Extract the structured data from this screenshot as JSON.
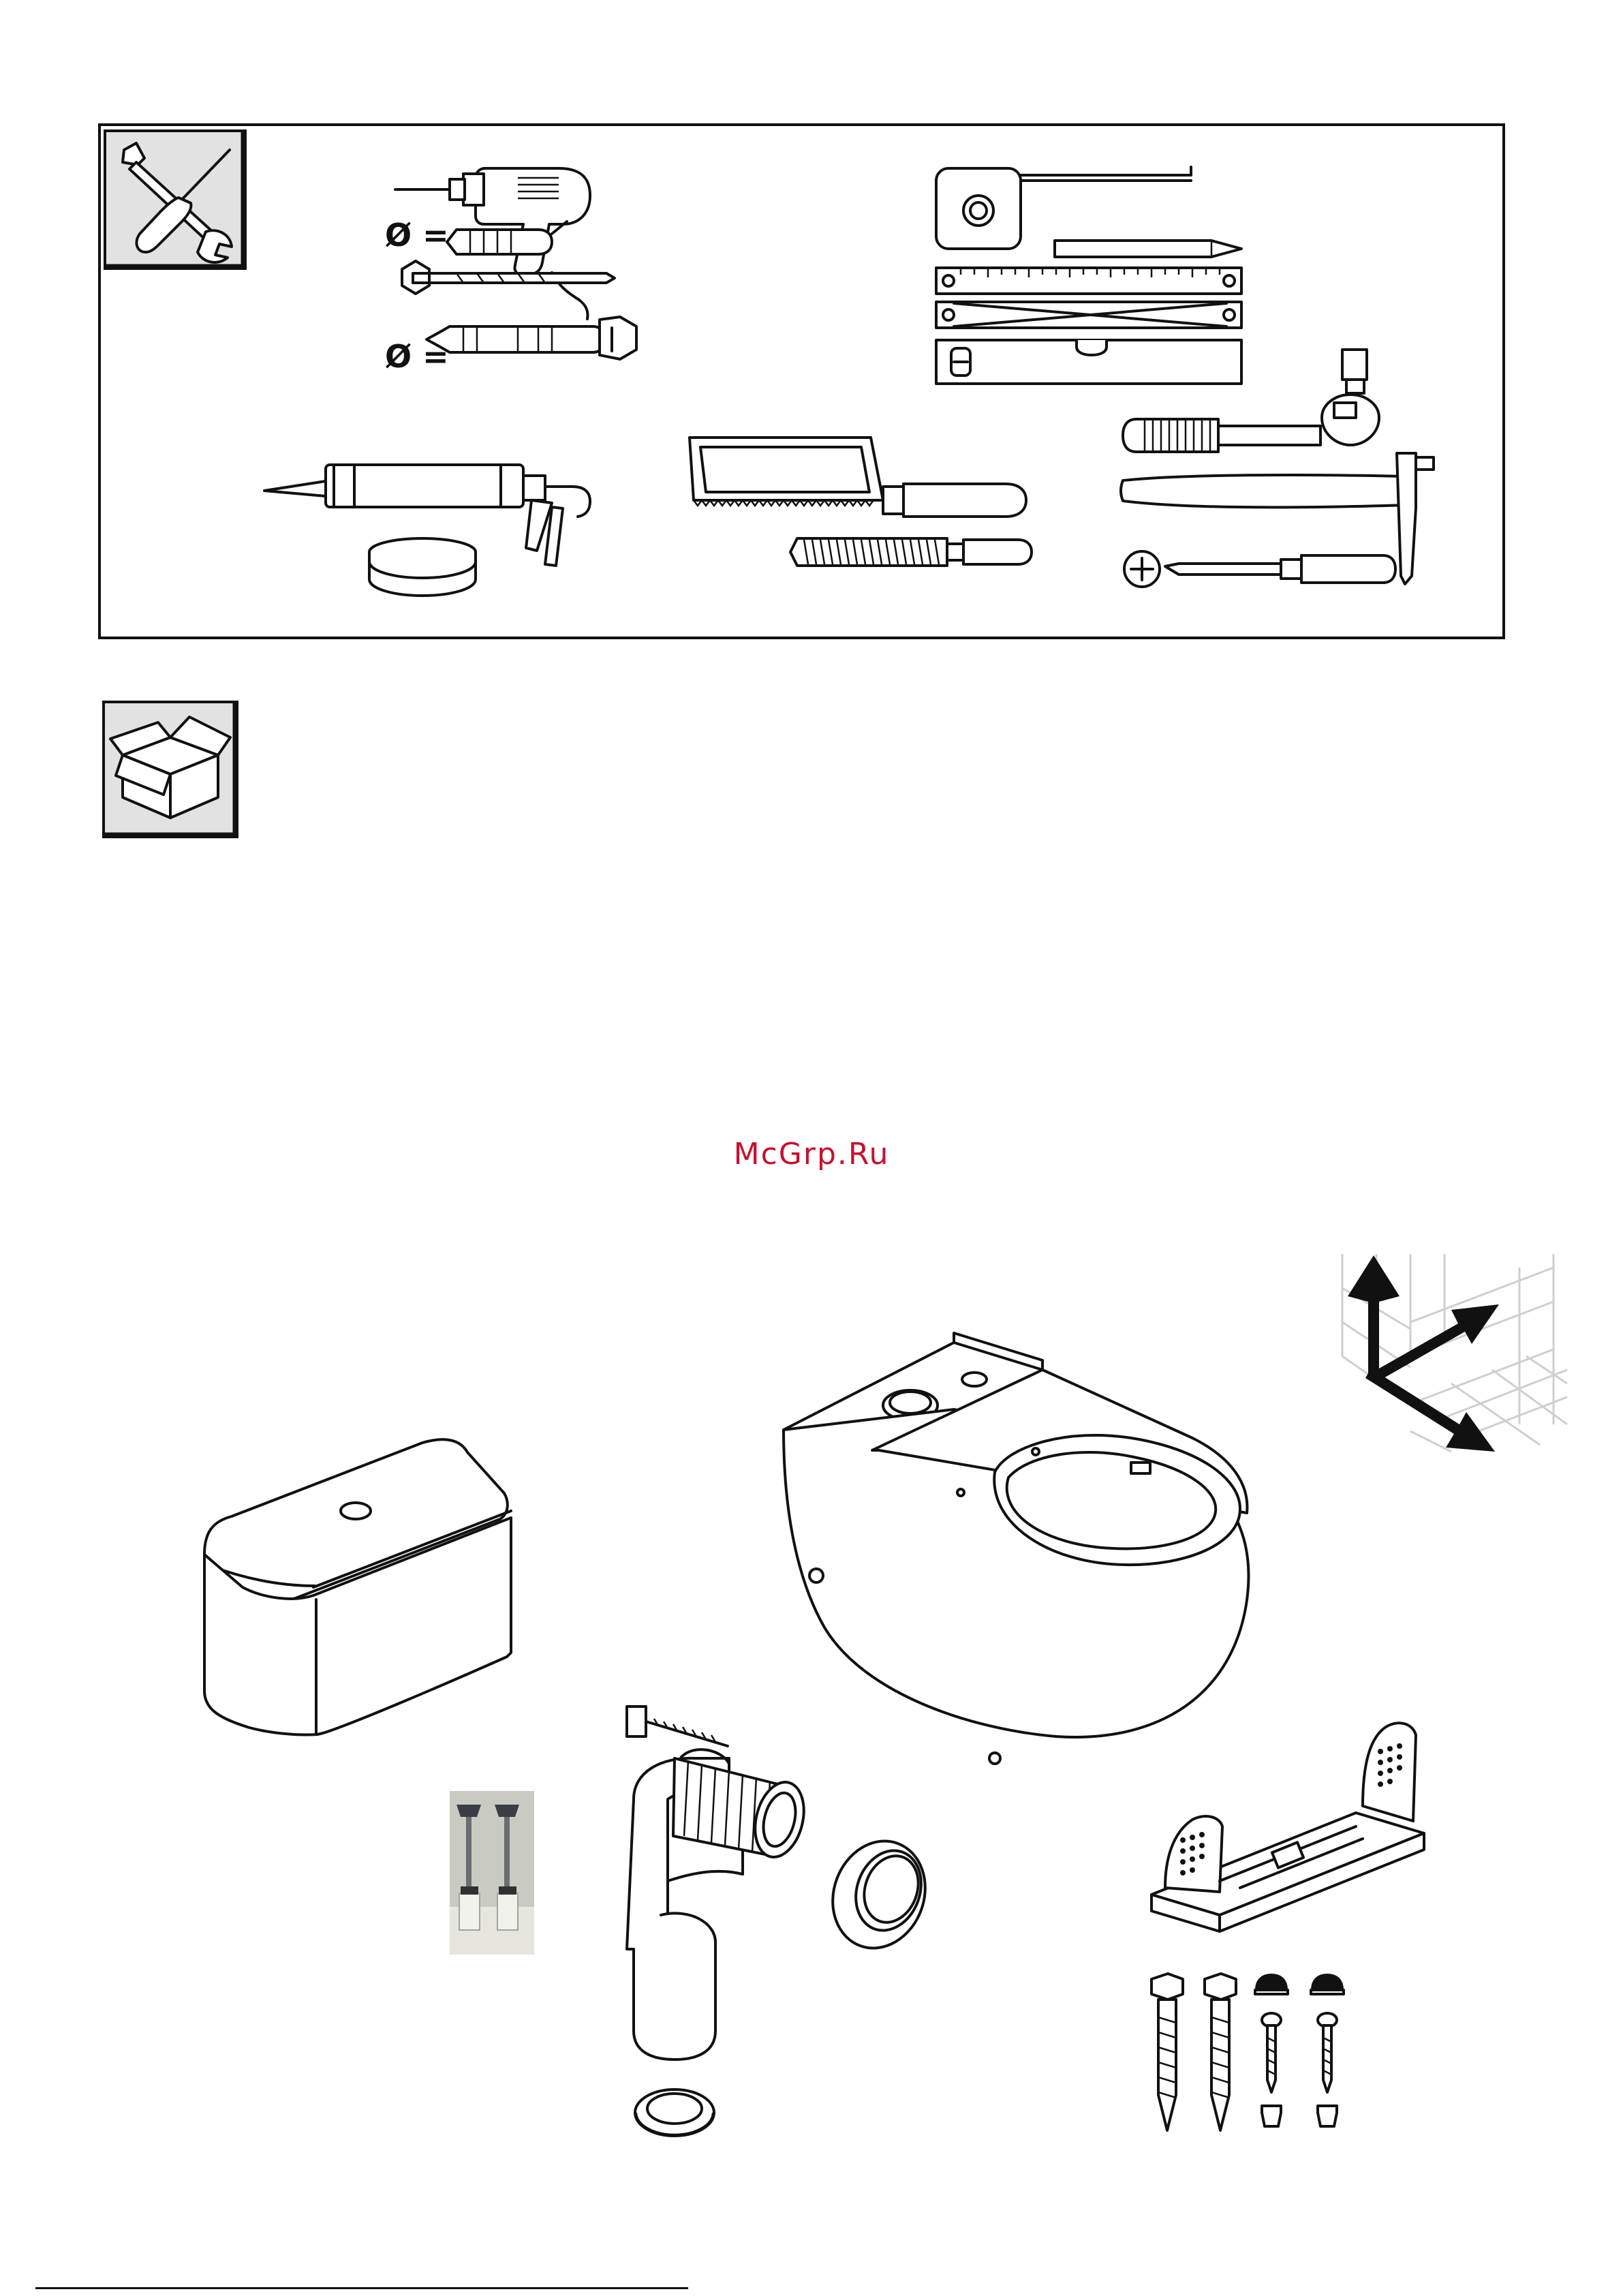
{
  "watermark": {
    "text": "McGrp.Ru"
  },
  "tools_panel": {
    "diameter_label_1": "Ø =",
    "diameter_label_2": "Ø ="
  },
  "icons": {
    "tools_section": "wrench-screwdriver-icon",
    "contents_section": "open-box-icon",
    "orientation": "axes-orientation-icon"
  },
  "colors": {
    "stroke": "#111111",
    "icon_tile": "#e2e2e2",
    "watermark": "#c8102e",
    "grid": "#cfcfcf"
  }
}
